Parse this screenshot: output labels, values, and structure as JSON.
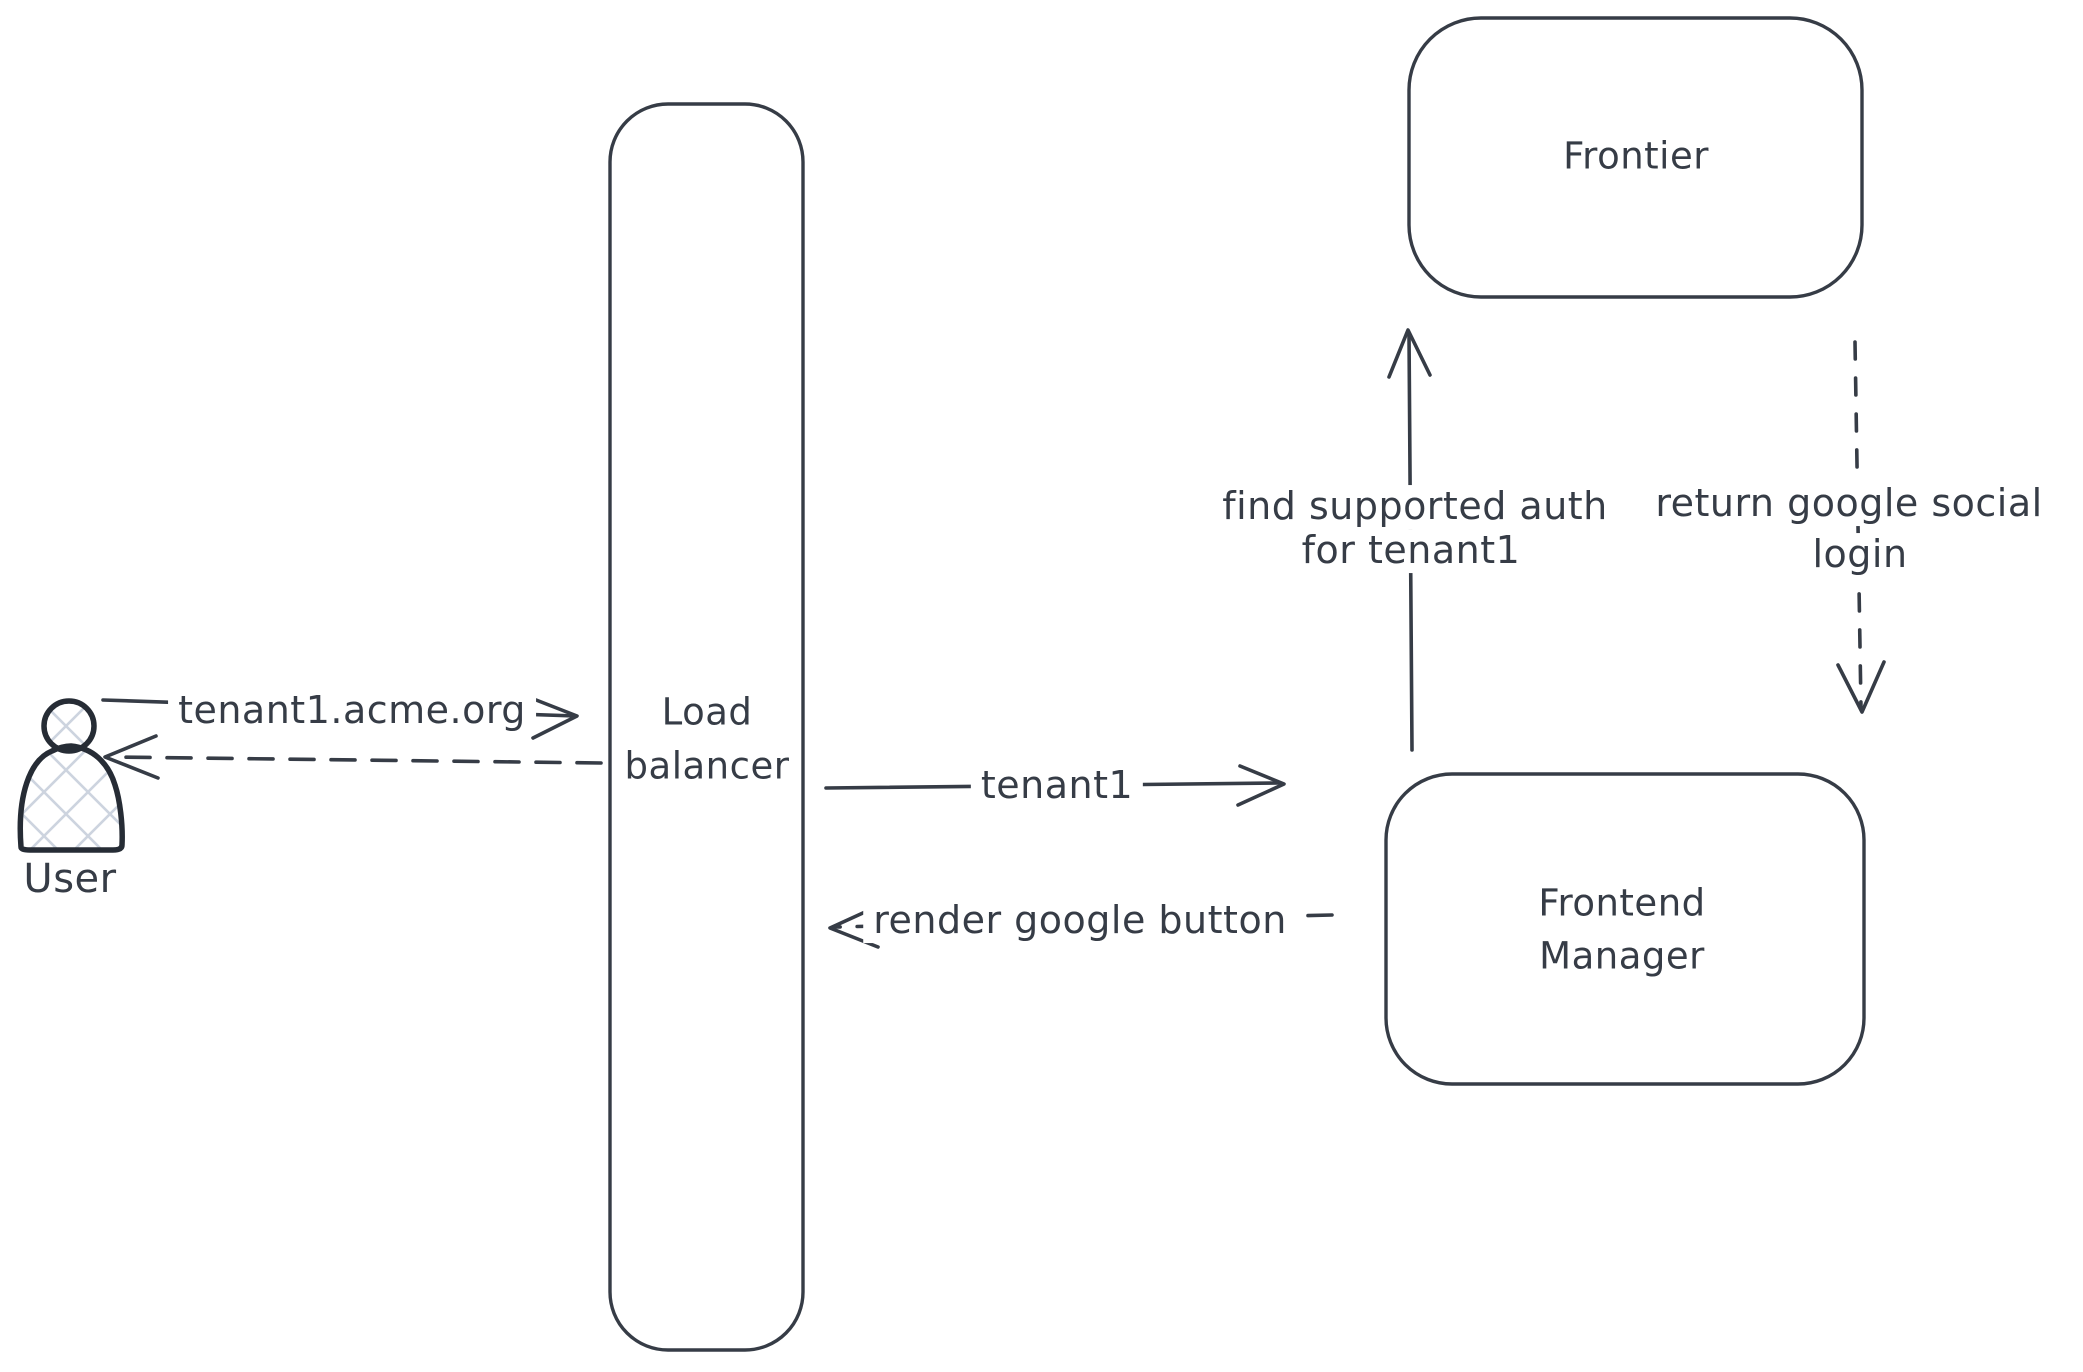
{
  "canvas": {
    "background": "#ffffff",
    "ink_color": "#363c46",
    "hatch_color": "#cdd4df"
  },
  "actor": {
    "label": "User"
  },
  "nodes": {
    "load_balancer": {
      "line1": "Load",
      "line2": "balancer"
    },
    "frontier": {
      "label": "Frontier"
    },
    "frontend_manager": {
      "line1": "Frontend",
      "line2": "Manager"
    }
  },
  "edges": {
    "user_to_lb": {
      "label": "tenant1.acme.org",
      "style": "solid",
      "direction": "right"
    },
    "lb_to_user": {
      "label": "",
      "style": "dashed",
      "direction": "left"
    },
    "lb_to_fm": {
      "label": "tenant1",
      "style": "solid",
      "direction": "right"
    },
    "fm_to_lb": {
      "label": "render google button",
      "style": "dashed",
      "direction": "left"
    },
    "fm_to_frontier": {
      "line1": "find supported auth",
      "line2": "for tenant1",
      "style": "solid",
      "direction": "up"
    },
    "frontier_to_fm": {
      "line1": "return google social",
      "line2": "login",
      "style": "dashed",
      "direction": "down"
    }
  }
}
